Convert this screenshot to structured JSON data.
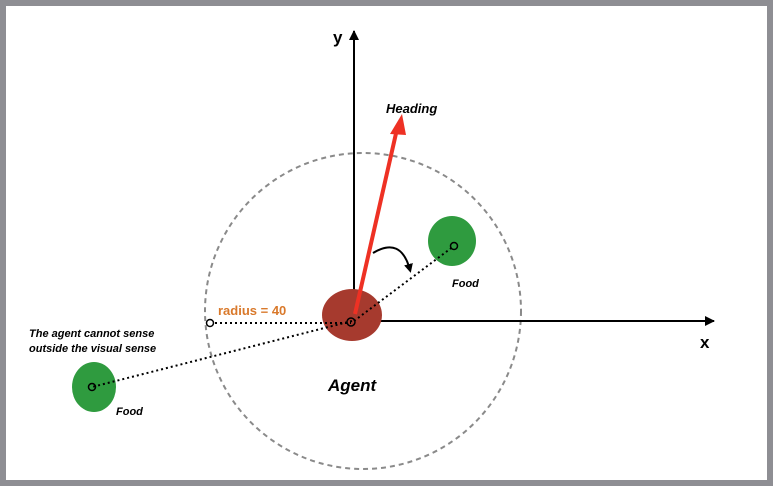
{
  "labels": {
    "y_axis": "y",
    "x_axis": "x",
    "heading": "Heading",
    "radius": "radius = 40",
    "agent": "Agent",
    "food_right": "Food",
    "food_left": "Food",
    "note_line1": "The agent cannot sense",
    "note_line2": "outside the visual sense"
  },
  "colors": {
    "frame": "#8e8e93",
    "heading_arrow": "#ee3124",
    "agent": "#a63a2e",
    "food": "#2f9b3f",
    "radius_text": "#d9792b",
    "vision_circle": "#8a8a8a"
  }
}
